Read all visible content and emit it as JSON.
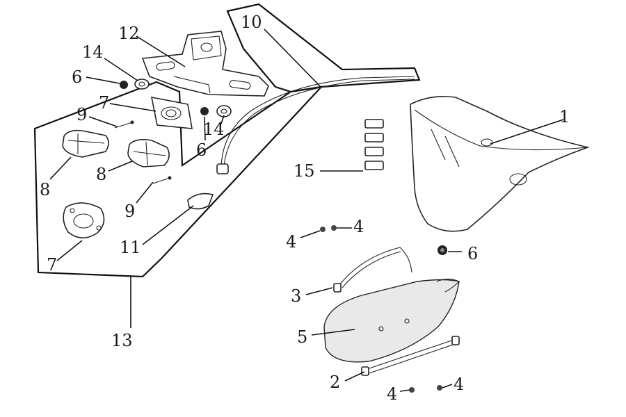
{
  "labels": {
    "l1": "1",
    "l2": "2",
    "l3": "3",
    "l4a": "4",
    "l4b": "4",
    "l4c": "4",
    "l4d": "4",
    "l5": "5",
    "l6a": "6",
    "l6b": "6",
    "l6c": "6",
    "l7a": "7",
    "l7b": "7",
    "l8a": "8",
    "l8b": "8",
    "l9a": "9",
    "l9b": "9",
    "l10": "10",
    "l11": "11",
    "l12": "12",
    "l13": "13",
    "l14a": "14",
    "l14b": "14",
    "l15": "15"
  }
}
